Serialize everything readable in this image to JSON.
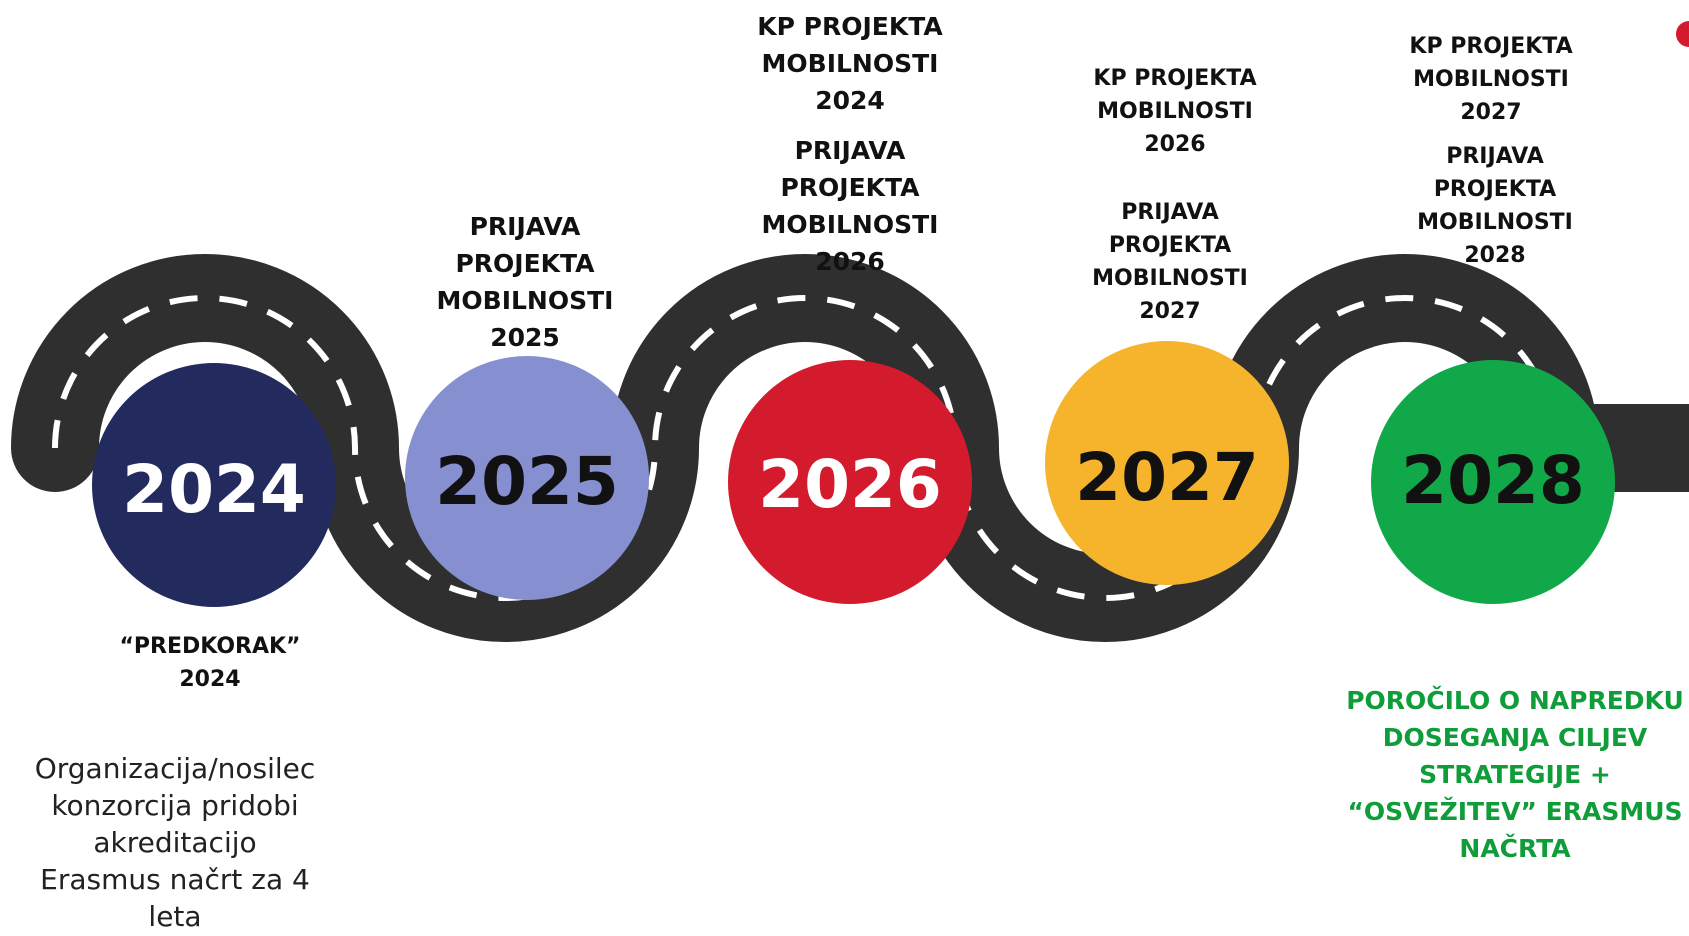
{
  "years": [
    {
      "label": "2024",
      "fill": "#232a5e",
      "text_color": "#ffffff"
    },
    {
      "label": "2025",
      "fill": "#8690d0",
      "text_color": "#111111"
    },
    {
      "label": "2026",
      "fill": "#d41a2d",
      "text_color": "#ffffff"
    },
    {
      "label": "2027",
      "fill": "#f6b42c",
      "text_color": "#111111"
    },
    {
      "label": "2028",
      "fill": "#11a84a",
      "text_color": "#111111"
    }
  ],
  "road": {
    "asphalt_color": "#2f2f2f",
    "dash_color": "#ffffff"
  },
  "labels": {
    "prijava_2025": [
      "PRIJAVA",
      "PROJEKTA",
      "MOBILNOSTI",
      "2025"
    ],
    "kp_2024": [
      "KP PROJEKTA",
      "MOBILNOSTI",
      "2024"
    ],
    "prijava_2026": [
      "PRIJAVA",
      "PROJEKTA",
      "MOBILNOSTI",
      "2026"
    ],
    "kp_2026": [
      "KP PROJEKTA",
      "MOBILNOSTI",
      "2026"
    ],
    "prijava_2027": [
      "PRIJAVA",
      "PROJEKTA",
      "MOBILNOSTI",
      "2027"
    ],
    "kp_2027": [
      "KP PROJEKTA",
      "MOBILNOSTI",
      "2027"
    ],
    "prijava_2028": [
      "PRIJAVA",
      "PROJEKTA",
      "MOBILNOSTI",
      "2028"
    ],
    "predkorak": [
      "“PREDKORAK”",
      "2024"
    ],
    "accreditation": [
      "Organizacija/nosilec",
      "konzorcija pridobi",
      "akreditacijo",
      "Erasmus načrt za 4",
      "leta"
    ],
    "report": [
      "POROČILO O NAPREDKU",
      "DOSEGANJA CILJEV",
      "STRATEGIJE +",
      "“OSVEŽITEV” ERASMUS",
      "NAČRTA"
    ]
  },
  "report_color": "#0f9d3a",
  "accent_dot_color": "#d41a2d"
}
